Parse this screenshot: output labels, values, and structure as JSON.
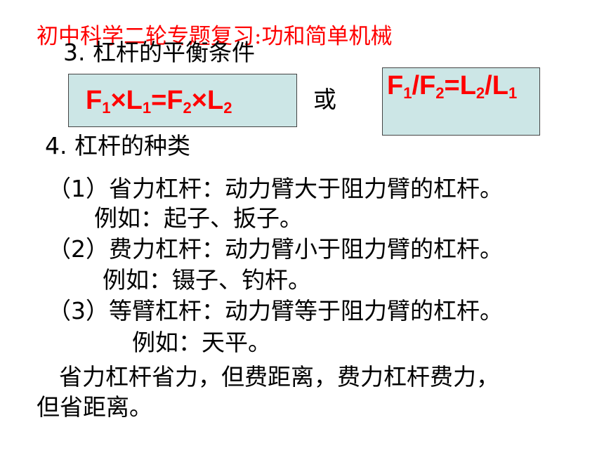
{
  "header": {
    "title": "初中科学二轮专题复习:功和简单机械"
  },
  "section3": {
    "heading": "3. 杠杆的平衡条件"
  },
  "formula1": {
    "parts": [
      "F",
      "1",
      "×L",
      "1",
      "=F",
      "2",
      "×L",
      "2"
    ]
  },
  "connector": {
    "text": "或"
  },
  "formula2": {
    "parts": [
      "F",
      "1",
      "/F",
      "2",
      "=L",
      "2",
      "/L",
      "1"
    ]
  },
  "section4": {
    "heading": "4. 杠杆的种类",
    "lines": [
      "（1）省力杠杆：动力臂大于阻力臂的杠杆。",
      "例如：起子、扳子。",
      "（2）费力杠杆：动力臂小于阻力臂的杠杆。",
      "例如：镊子、钓杆。",
      "（3）等臂杠杆：动力臂等于阻力臂的杠杆。",
      "例如：天平。",
      "省力杠杆省力，但费距离，费力杠杆费力，",
      "但省距离。"
    ]
  },
  "colors": {
    "header": "#ff0000",
    "formula": "#ff0000",
    "box_fill": "#cce6e6",
    "text": "#000000"
  }
}
